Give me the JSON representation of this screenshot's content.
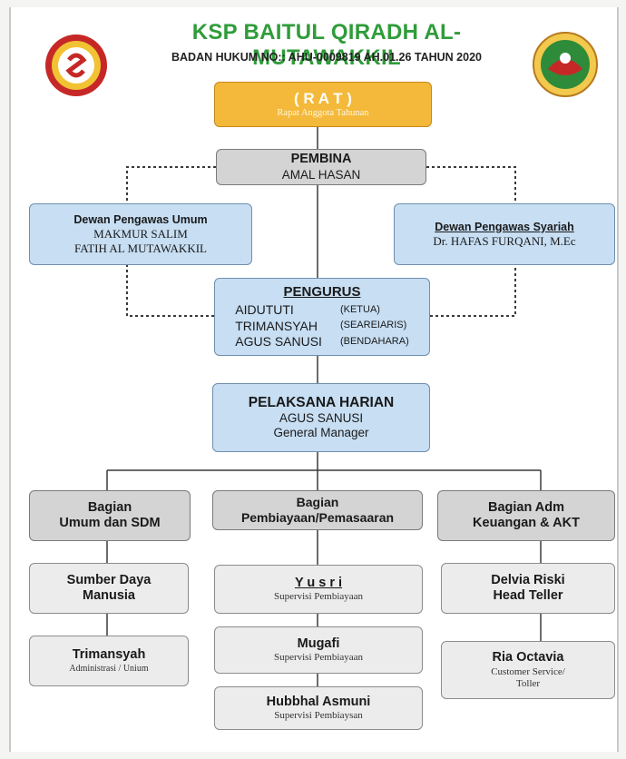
{
  "header": {
    "title": "KSP BAITUL QIRADH AL-MUTAWAKKIL",
    "subtitle": "BADAN HUKUM NO:: AHU-0009819 AH.01.26 TAHUN 2020"
  },
  "rat": {
    "title": "( R A T )",
    "subtitle": "Rapat Anggota Tahunan"
  },
  "pembina": {
    "title": "PEMBINA",
    "name": "AMAL HASAN"
  },
  "dewan_umum": {
    "title": "Dewan Pengawas Umum",
    "members": [
      "MAKMUR SALIM",
      "FATIH AL MUTAWAKKIL"
    ]
  },
  "dewan_syariah": {
    "title": "Dewan Pengawas Syariah",
    "member": "Dr. HAFAS FURQANI, M.Ec"
  },
  "pengurus": {
    "title": "PENGURUS",
    "members": [
      {
        "name": "AIDUTUTI",
        "role": "(KETUA)"
      },
      {
        "name": "TRIMANSYAH",
        "role": "(SEAREIARIS)"
      },
      {
        "name": "AGUS SANUSI",
        "role": "(BENDAHARA)"
      }
    ]
  },
  "pelaksana": {
    "title": "PELAKSANA HARIAN",
    "name": "AGUS SANUSI",
    "role": "General Manager"
  },
  "departments": [
    {
      "line1": "Bagian",
      "line2": "Umum dan SDM"
    },
    {
      "line1": "Bagian",
      "line2": "Pembiayaan/Pemasaaran"
    },
    {
      "line1": "Bagian Adm",
      "line2": "Keuangan & AKT"
    }
  ],
  "col1": [
    {
      "line1": "Sumber Daya",
      "line2": "Manusia"
    },
    {
      "name": "Trimansyah",
      "role": "Administrasi / Unium"
    }
  ],
  "col2": [
    {
      "name": "Y u s r i",
      "role": "Supervisi Pembiayaan"
    },
    {
      "name": "Mugafi",
      "role": "Supervisi Pembiayaan"
    },
    {
      "name": "Hubbhal Asmuni",
      "role": "Supervisi Pembiaysan"
    }
  ],
  "col3": [
    {
      "line1": "Delvia Riski",
      "line2": "Head Teller"
    },
    {
      "name": "Ria Octavia",
      "role1": "Customer Service/",
      "role2": "Toller"
    }
  ],
  "colors": {
    "title_green": "#2f9c3a",
    "rat_gold": "#f4b93a",
    "box_blue": "#c7def3",
    "box_gray": "#d4d4d4"
  }
}
